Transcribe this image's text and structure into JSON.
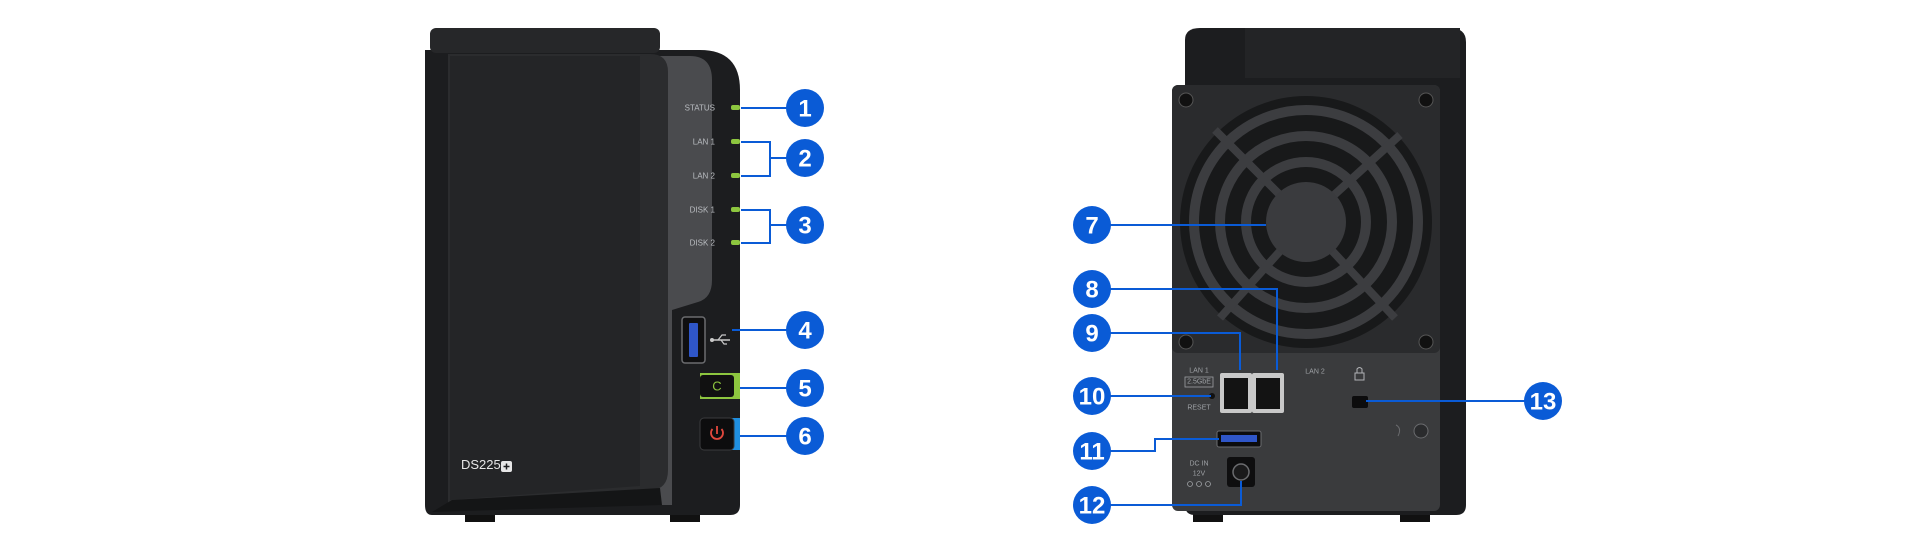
{
  "front_panel": {
    "led_labels": [
      "STATUS",
      "LAN 1",
      "LAN 2",
      "DISK 1",
      "DISK 2"
    ],
    "model": "DS225",
    "copy_button_letter": "C"
  },
  "rear_panel": {
    "lan1_label": "LAN 1",
    "lan1_speed": "2.5GbE",
    "lan2_label": "LAN 2",
    "reset_label": "RESET",
    "power_label": "DC IN",
    "power_voltage": "12V"
  },
  "callouts": [
    {
      "number": "1"
    },
    {
      "number": "2"
    },
    {
      "number": "3"
    },
    {
      "number": "4"
    },
    {
      "number": "5"
    },
    {
      "number": "6"
    },
    {
      "number": "7"
    },
    {
      "number": "8"
    },
    {
      "number": "9"
    },
    {
      "number": "10"
    },
    {
      "number": "11"
    },
    {
      "number": "12"
    },
    {
      "number": "13"
    }
  ],
  "colors": {
    "callout": "#0a5bd6",
    "led": "#8dc63f",
    "body": "#1c1d1f",
    "panel": "#3a3b3d",
    "highlight": "#1f8fe0",
    "power_icon": "#e2483d"
  }
}
